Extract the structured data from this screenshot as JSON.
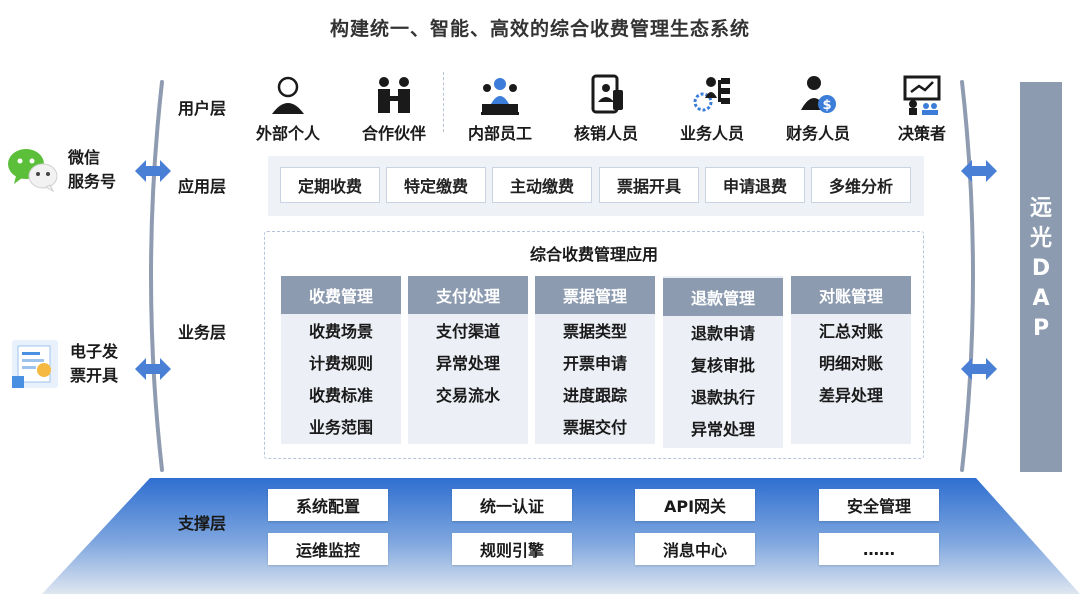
{
  "title": "构建统一、智能、高效的综合收费管理生态系统",
  "layers": {
    "user": "用户层",
    "app": "应用层",
    "business": "业务层",
    "support": "支撑层"
  },
  "channels": {
    "wechat": [
      "微信",
      "服务号"
    ],
    "einvoice": [
      "电子发",
      "票开具"
    ]
  },
  "dap": [
    "远",
    "光",
    "D",
    "A",
    "P"
  ],
  "users": [
    {
      "label": "外部个人",
      "icon": "person-icon"
    },
    {
      "label": "合作伙伴",
      "icon": "partners-icon"
    },
    {
      "label": "内部员工",
      "icon": "employee-icon"
    },
    {
      "label": "核销人员",
      "icon": "verifier-icon"
    },
    {
      "label": "业务人员",
      "icon": "business-staff-icon"
    },
    {
      "label": "财务人员",
      "icon": "finance-staff-icon"
    },
    {
      "label": "决策者",
      "icon": "presenter-icon"
    }
  ],
  "apps": [
    "定期收费",
    "特定缴费",
    "主动缴费",
    "票据开具",
    "申请退费",
    "多维分析"
  ],
  "business": {
    "title": "综合收费管理应用",
    "modules": [
      {
        "name": "收费管理",
        "items": [
          "收费场景",
          "计费规则",
          "收费标准",
          "业务范围"
        ]
      },
      {
        "name": "支付处理",
        "items": [
          "支付渠道",
          "异常处理",
          "交易流水"
        ]
      },
      {
        "name": "票据管理",
        "items": [
          "票据类型",
          "开票申请",
          "进度跟踪",
          "票据交付"
        ]
      },
      {
        "name": "退款管理",
        "items": [
          "退款申请",
          "复核审批",
          "退款执行",
          "异常处理"
        ]
      },
      {
        "name": "对账管理",
        "items": [
          "汇总对账",
          "明细对账",
          "差异处理"
        ]
      }
    ]
  },
  "support": [
    "系统配置",
    "运维监控",
    "统一认证",
    "规则引擎",
    "API网关",
    "消息中心",
    "安全管理",
    "……"
  ],
  "colors": {
    "accent_blue": "#4a7fd6",
    "module_header": "#8c9bb0",
    "support_gradient_top": "#2f6fd0",
    "support_gradient_bottom": "#dfe6f0"
  }
}
